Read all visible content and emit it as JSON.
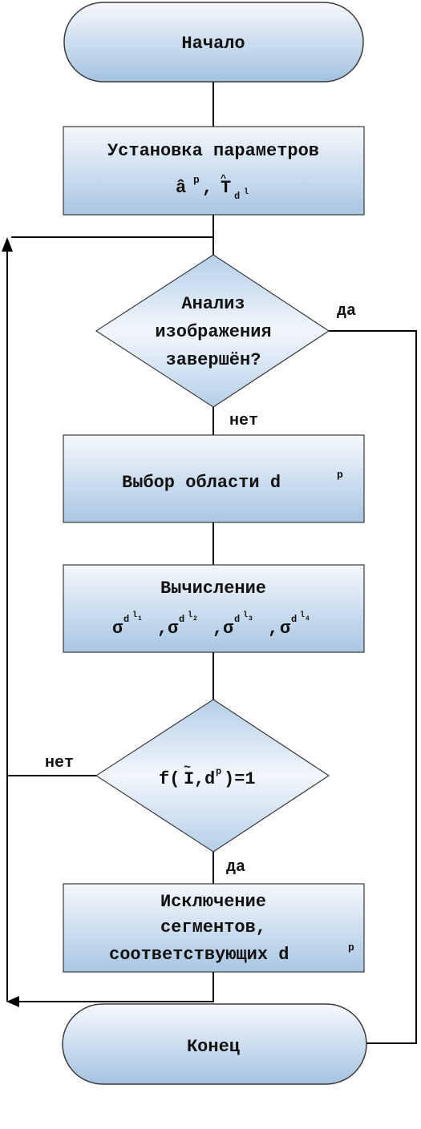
{
  "flowchart": {
    "nodes": {
      "start": {
        "lines": [
          "Начало"
        ]
      },
      "setup": {
        "lines": [
          "Установка параметров",
          "â",
          "p",
          "T",
          "d",
          "l"
        ]
      },
      "check": {
        "lines": [
          "Анализ",
          "изображения",
          "завершён?"
        ]
      },
      "select": {
        "lines": [
          "Выбор области d",
          "p"
        ]
      },
      "compute": {
        "lines": [
          "Вычисление",
          "σ",
          "d",
          "l",
          "1",
          "2",
          "3",
          "4"
        ]
      },
      "test": {
        "lines": [
          "f(",
          "I",
          ",",
          "d",
          "p",
          ")=1"
        ]
      },
      "remove": {
        "lines": [
          "Исключение",
          "сегментов,",
          "соответствующих d",
          "p"
        ]
      },
      "end": {
        "lines": [
          "Конец"
        ]
      }
    },
    "edge_labels": {
      "check_yes": "да",
      "check_no": "нет",
      "test_no": "нет",
      "test_yes": "да"
    }
  }
}
